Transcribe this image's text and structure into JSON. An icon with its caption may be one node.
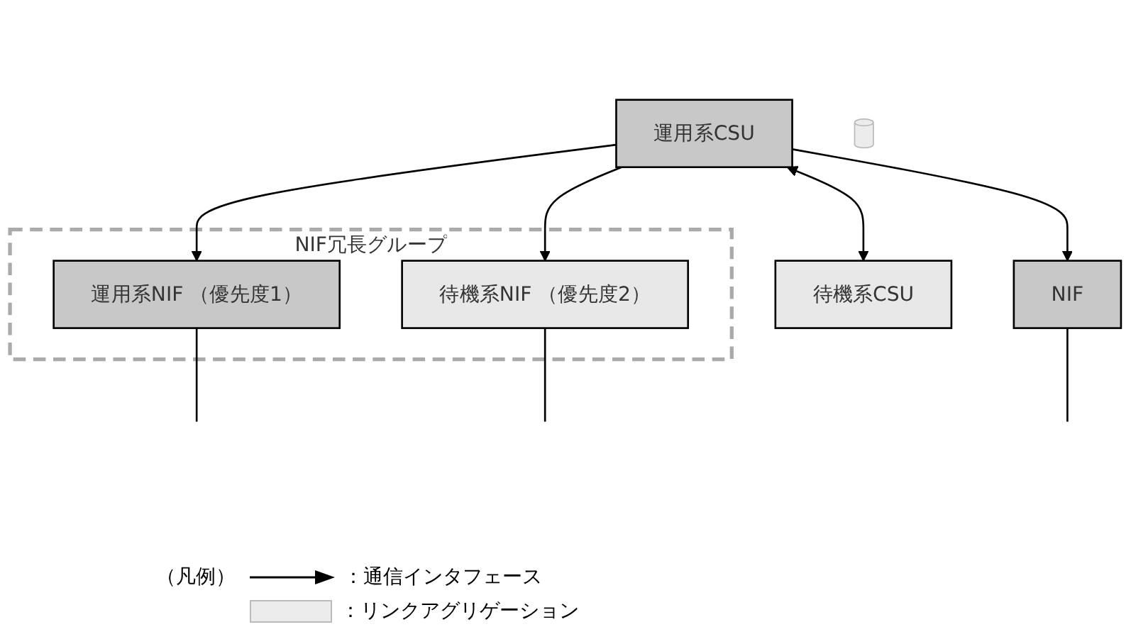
{
  "diagram": {
    "nodes": [
      {
        "text": [
          "運用系CSU"
        ]
      },
      {
        "text": [
          "待機系CSU"
        ]
      },
      {
        "text": [
          "NIF冗長グループ"
        ]
      },
      {
        "text": [
          "運用系NIF （優先度1）"
        ],
        "in": 2
      },
      {
        "text": [
          "待機系NIF （優先度2）"
        ],
        "in": 2
      },
      {
        "text": [
          "NIF"
        ]
      },
      {
        "text": [],
        "shape": "cylinder"
      }
    ],
    "edges": [
      {
        "from": 0,
        "to": 1,
        "arrow": "both"
      },
      {
        "from": 0,
        "to": 3,
        "arrow": "to"
      },
      {
        "from": 0,
        "to": 4,
        "arrow": "to"
      },
      {
        "from": 0,
        "to": 5,
        "arrow": "to"
      },
      {
        "from": 3,
        "to": null,
        "arrow": "none"
      },
      {
        "from": 4,
        "to": null,
        "arrow": "none"
      },
      {
        "from": 5,
        "to": null,
        "arrow": "none"
      }
    ],
    "labels": [
      "（凡例）"
    ],
    "legend": [
      {
        "text": "：通信インタフェース"
      },
      {
        "text": "：リンクアグリゲーション"
      }
    ]
  }
}
